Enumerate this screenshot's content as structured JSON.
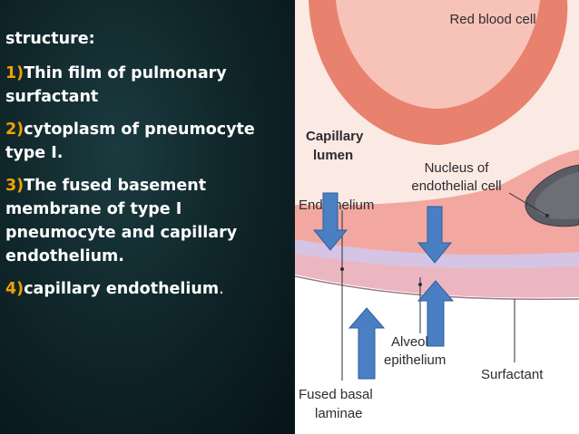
{
  "left_text": {
    "heading": "structure:",
    "items": [
      {
        "num": "1)",
        "text": "Thin film of pulmonary surfactant"
      },
      {
        "num": "2)",
        "text": "cytoplasm of pneumocyte type I."
      },
      {
        "num": "3)",
        "text": "The fused basement membrane of type I pneumocyte and capillary endothelium."
      },
      {
        "num": "4)",
        "text": "capillary endothelium",
        "suffix": "."
      }
    ]
  },
  "diagram_labels": {
    "red_blood_cell": "Red blood cell",
    "capillary": "Capillary",
    "lumen": "lumen",
    "nucleus_line1": "Nucleus of",
    "nucleus_line2": "endothelial cell",
    "endothelium": "Endothelium",
    "alveolar_line1": "Alveolar",
    "alveolar_line2": "epithelium",
    "surfactant": "Surfactant",
    "fused_line1": "Fused basal",
    "fused_line2": "laminae"
  },
  "colors": {
    "number_accent": "#f2a200",
    "arrow_fill": "#4a7fc4",
    "rbc_outer": "#e8816e",
    "rbc_inner": "#f7c3b8",
    "endothelium": "#f2a8a0",
    "lamina": "#d5c4e4",
    "epithelium": "#ecb6c0",
    "nucleus": "#5b5b63"
  }
}
